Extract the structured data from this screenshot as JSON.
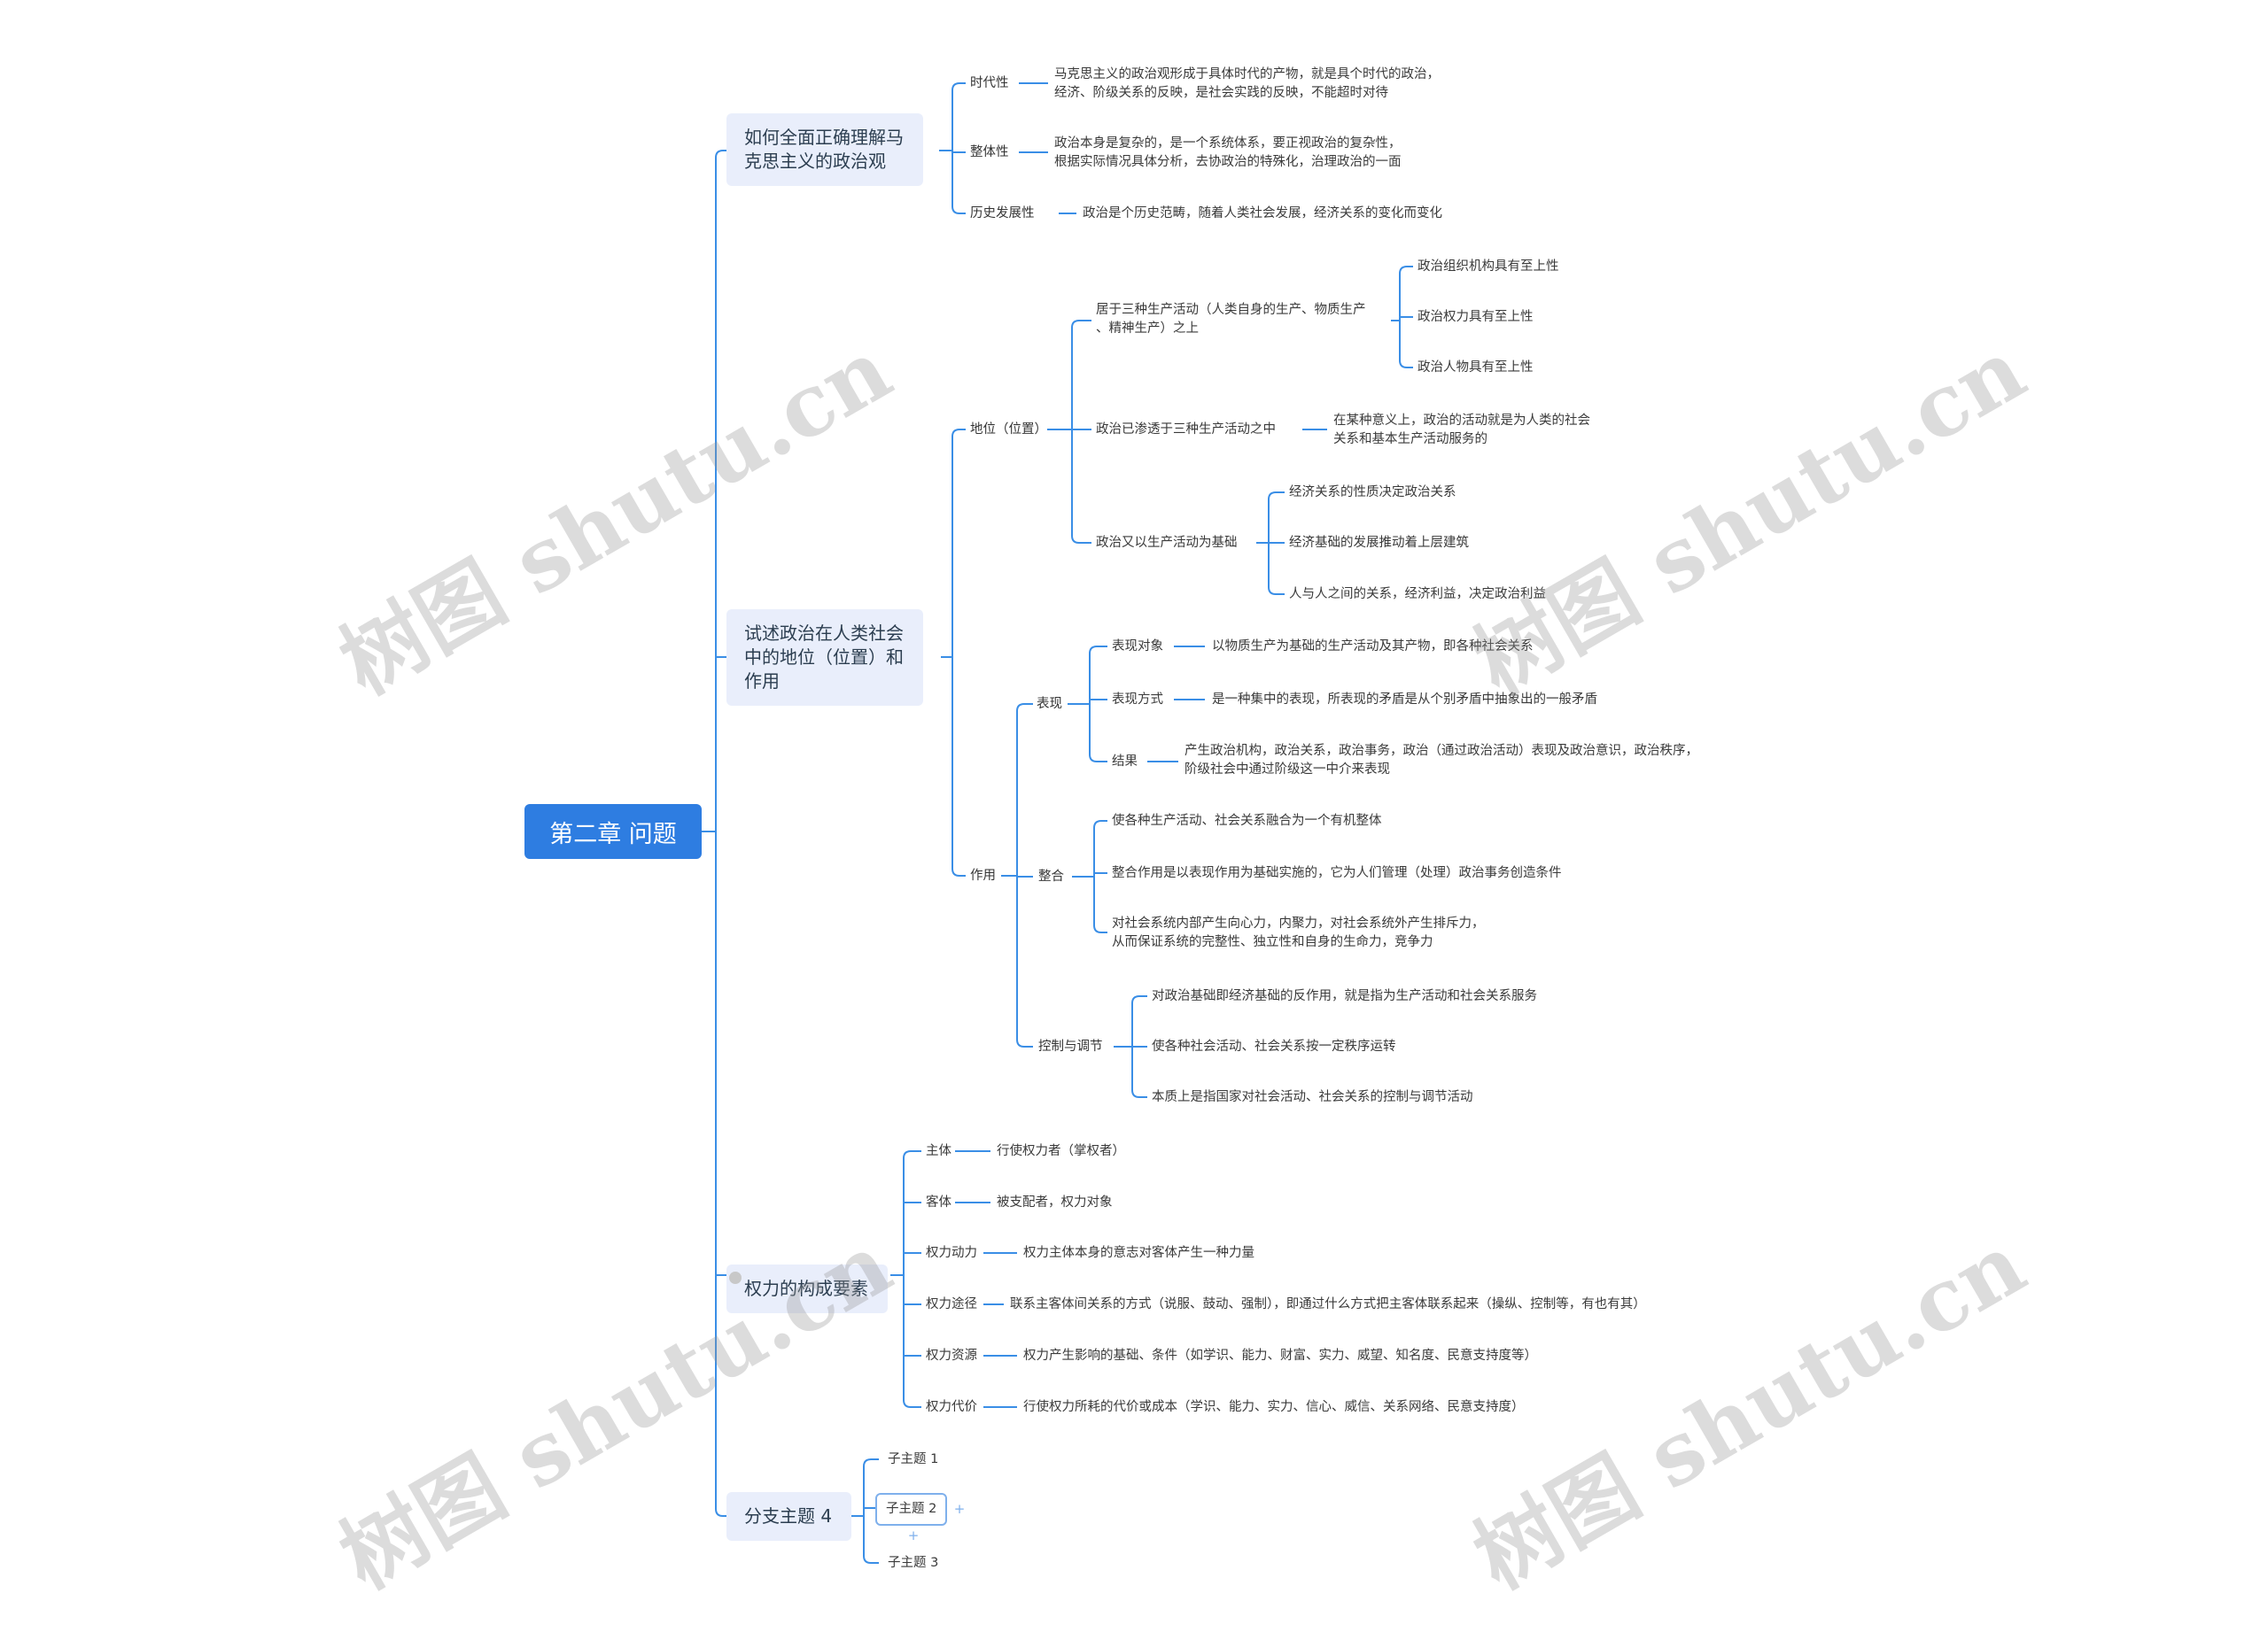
{
  "root": "第二章 问题",
  "t1": {
    "title": [
      "如何全面正确理解马",
      "克思主义的政治观"
    ],
    "a": {
      "label": "时代性",
      "text": [
        "马克思主义的政治观形成于具体时代的产物，就是具个时代的政治，",
        "经济、阶级关系的反映，是社会实践的反映，不能超时对待"
      ]
    },
    "b": {
      "label": "整体性",
      "text": [
        "政治本身是复杂的，是一个系统体系，要正视政治的复杂性，",
        "根据实际情况具体分析，去协政治的特殊化，治理政治的一面"
      ]
    },
    "c": {
      "label": "历史发展性",
      "text": [
        "政治是个历史范畴，随着人类社会发展，经济关系的变化而变化"
      ]
    }
  },
  "t2": {
    "title": [
      "试述政治在人类社会",
      "中的地位（位置）和",
      "作用"
    ],
    "position": {
      "label": "地位（位置）",
      "p1": {
        "label": [
          "居于三种生产活动（人类自身的生产、物质生产",
          "、精神生产）之上"
        ],
        "items": [
          "政治组织机构具有至上性",
          "政治权力具有至上性",
          "政治人物具有至上性"
        ]
      },
      "p2": {
        "label": "政治已渗透于三种生产活动之中",
        "text": [
          "在某种意义上，政治的活动就是为人类的社会",
          "关系和基本生产活动服务的"
        ]
      },
      "p3": {
        "label": "政治又以生产活动为基础",
        "items": [
          "经济关系的性质决定政治关系",
          "经济基础的发展推动着上层建筑",
          "人与人之间的关系，经济利益，决定政治利益"
        ]
      }
    },
    "role": {
      "label": "作用",
      "r1": {
        "label": "表现",
        "items": [
          {
            "label": "表现对象",
            "text": [
              "以物质生产为基础的生产活动及其产物，即各种社会关系"
            ]
          },
          {
            "label": "表现方式",
            "text": [
              "是一种集中的表现，所表现的矛盾是从个别矛盾中抽象出的一般矛盾"
            ]
          },
          {
            "label": "结果",
            "text": [
              "产生政治机构，政治关系，政治事务，政治（通过政治活动）表现及政治意识，政治秩序，",
              "阶级社会中通过阶级这一中介来表现"
            ]
          }
        ]
      },
      "r2": {
        "label": "整合",
        "items": [
          [
            "使各种生产活动、社会关系融合为一个有机整体"
          ],
          [
            "整合作用是以表现作用为基础实施的，它为人们管理（处理）政治事务创造条件"
          ],
          [
            "对社会系统内部产生向心力，内聚力，对社会系统外产生排斥力，",
            "从而保证系统的完整性、独立性和自身的生命力，竞争力"
          ]
        ]
      },
      "r3": {
        "label": "控制与调节",
        "items": [
          "对政治基础即经济基础的反作用，就是指为生产活动和社会关系服务",
          "使各种社会活动、社会关系按一定秩序运转",
          "本质上是指国家对社会活动、社会关系的控制与调节活动"
        ]
      }
    }
  },
  "t3": {
    "title": "权力的构成要素",
    "items": [
      {
        "label": "主体",
        "text": "行使权力者（掌权者）"
      },
      {
        "label": "客体",
        "text": "被支配者，权力对象"
      },
      {
        "label": "权力动力",
        "text": "权力主体本身的意志对客体产生一种力量"
      },
      {
        "label": "权力途径",
        "text": "联系主客体间关系的方式（说服、鼓动、强制），即通过什么方式把主客体联系起来（操纵、控制等，有也有其）"
      },
      {
        "label": "权力资源",
        "text": "权力产生影响的基础、条件（如学识、能力、财富、实力、威望、知名度、民意支持度等）"
      },
      {
        "label": "权力代价",
        "text": "行使权力所耗的代价或成本（学识、能力、实力、信心、威信、关系网络、民意支持度）"
      }
    ]
  },
  "t4": {
    "title": "分支主题 4",
    "children": [
      "子主题 1",
      "子主题 2",
      "子主题 3"
    ]
  },
  "watermark": "树图 shutu.cn",
  "colors": {
    "accent": "#2e7de1",
    "line": "#3a8ee6",
    "topic_bg": "#e9eefb"
  }
}
